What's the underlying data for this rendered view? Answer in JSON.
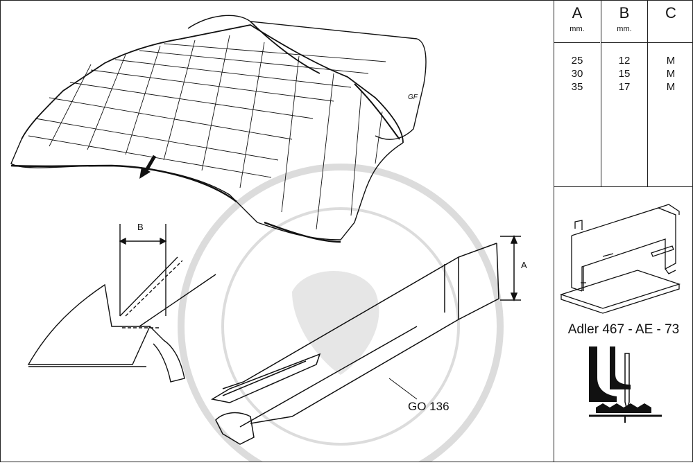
{
  "table": {
    "headers": [
      {
        "letter": "A",
        "unit": "mm."
      },
      {
        "letter": "B",
        "unit": "mm."
      },
      {
        "letter": "C",
        "unit": ""
      }
    ],
    "rows": [
      [
        "25",
        "12",
        "M"
      ],
      [
        "30",
        "15",
        "M"
      ],
      [
        "35",
        "17",
        "M"
      ]
    ]
  },
  "labels": {
    "part_number": "GO 136",
    "dim_a": "A",
    "dim_b": "B",
    "logo": "GF"
  },
  "machine": {
    "caption": "Adler 467 - AE - 73"
  },
  "colors": {
    "line": "#111111",
    "watermark": "#d8d8d8"
  }
}
